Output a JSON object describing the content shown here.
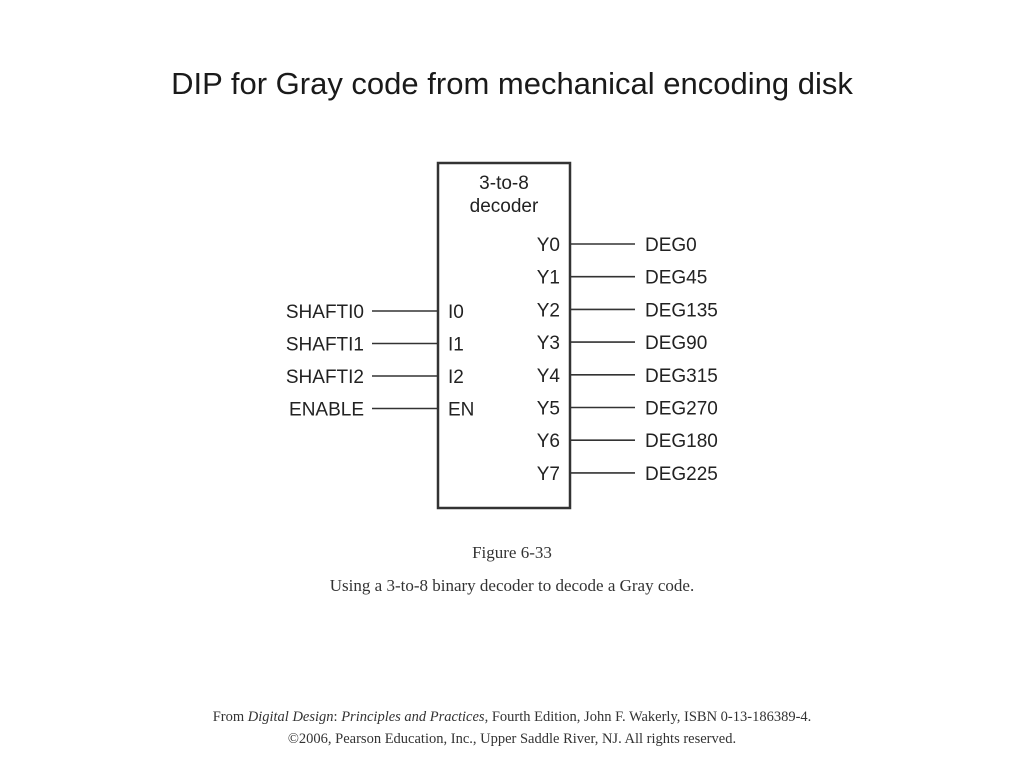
{
  "slide": {
    "title": "DIP for Gray code from mechanical encoding disk"
  },
  "diagram": {
    "block_title_line1": "3-to-8",
    "block_title_line2": "decoder",
    "inputs": [
      {
        "signal": "SHAFTI0",
        "pin": "I0"
      },
      {
        "signal": "SHAFTI1",
        "pin": "I1"
      },
      {
        "signal": "SHAFTI2",
        "pin": "I2"
      },
      {
        "signal": "ENABLE",
        "pin": "EN"
      }
    ],
    "outputs": [
      {
        "pin": "Y0",
        "signal": "DEG0"
      },
      {
        "pin": "Y1",
        "signal": "DEG45"
      },
      {
        "pin": "Y2",
        "signal": "DEG135"
      },
      {
        "pin": "Y3",
        "signal": "DEG90"
      },
      {
        "pin": "Y4",
        "signal": "DEG315"
      },
      {
        "pin": "Y5",
        "signal": "DEG270"
      },
      {
        "pin": "Y6",
        "signal": "DEG180"
      },
      {
        "pin": "Y7",
        "signal": "DEG225"
      }
    ]
  },
  "figure": {
    "number": "Figure 6-33",
    "caption": "Using a 3-to-8 binary decoder to decode a Gray code."
  },
  "footer": {
    "from": "From ",
    "book_title": "Digital Design",
    "colon": ": ",
    "book_subtitle": "Principles and Practices",
    "details": ", Fourth Edition, John F. Wakerly, ISBN 0-13-186389-4.",
    "copyright": "©2006, Pearson Education, Inc., Upper Saddle River, NJ. All rights reserved."
  }
}
